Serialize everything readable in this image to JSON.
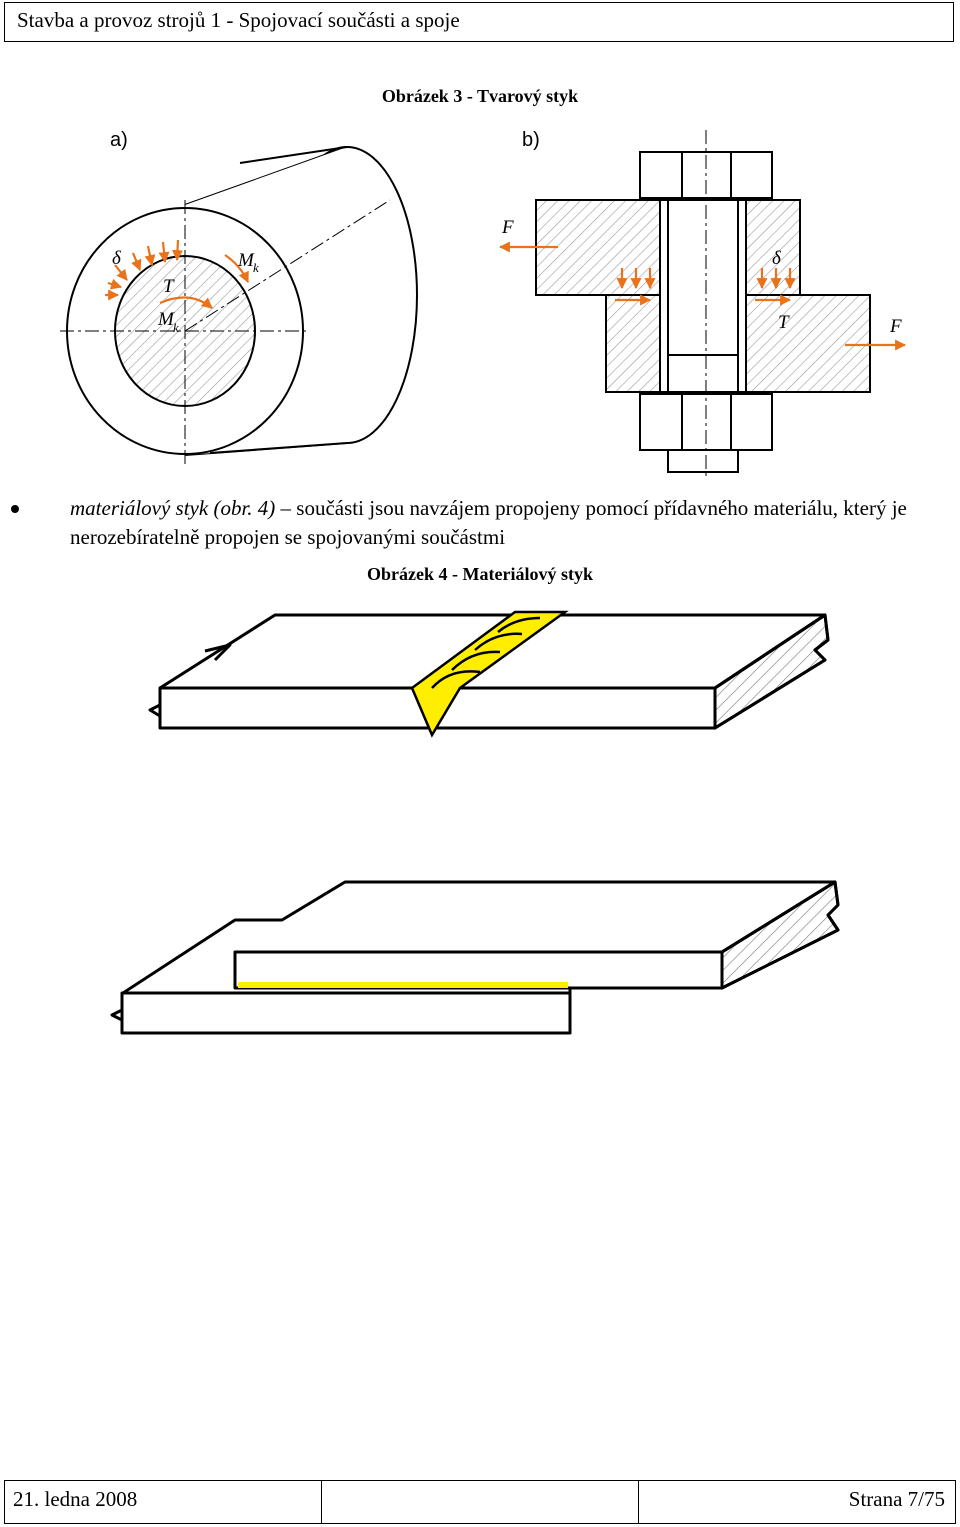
{
  "header": {
    "title": "Stavba a provoz strojů 1 - Spojovací součásti a spoje"
  },
  "figure3": {
    "caption": "Obrázek 3 - Tvarový styk",
    "panel_a_label": "a)",
    "panel_b_label": "b)",
    "labels": {
      "delta": "δ",
      "T": "T",
      "M": "M",
      "k": "k",
      "F": "F"
    }
  },
  "bullet": {
    "term": "materiálový styk (obr. 4)",
    "dash": " – ",
    "text": "součásti jsou navzájem propojeny pomocí přídavného materiálu, který je nerozebíratelně propojen se spojovanými součástmi"
  },
  "figure4": {
    "caption": "Obrázek 4 - Materiálový styk"
  },
  "footer": {
    "date": "21. ledna 2008",
    "middle": "",
    "page": "Strana 7/75"
  },
  "colors": {
    "arrow": "#e8731a",
    "weld": "#ffee00",
    "line": "#000000",
    "hatch": "#888888"
  }
}
